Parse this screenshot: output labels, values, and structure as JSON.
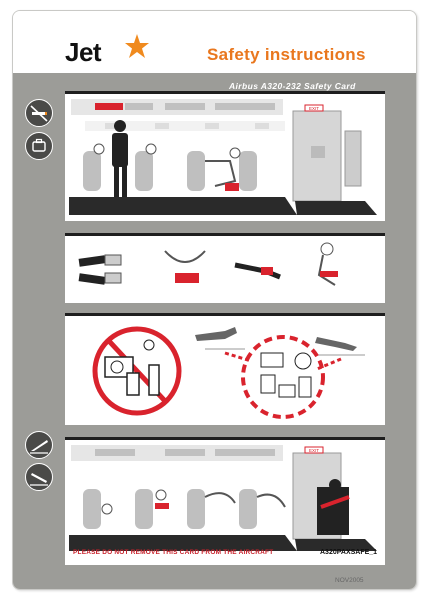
{
  "header": {
    "brand": "Jet",
    "title": "Safety instructions",
    "subtitle": "Airbus A320-232 Safety Card"
  },
  "side_icons": {
    "top": [
      "no-smoking-icon",
      "baggage-icon"
    ],
    "bottom": [
      "takeoff-icon",
      "landing-icon"
    ]
  },
  "panels": {
    "cabin_top": {
      "exit_sign": "EXIT"
    },
    "cabin_bottom": {
      "exit_sign": "EXIT"
    }
  },
  "footer": {
    "warning": "PLEASE DO NOT REMOVE THIS CARD FROM THE AIRCRAFT",
    "code": "A320PAXSAFE_1",
    "date": "NOV2005"
  },
  "colors": {
    "accent": "#e9771e",
    "prohibited_red": "#d9232d",
    "panel_gray": "#9c9c98"
  }
}
